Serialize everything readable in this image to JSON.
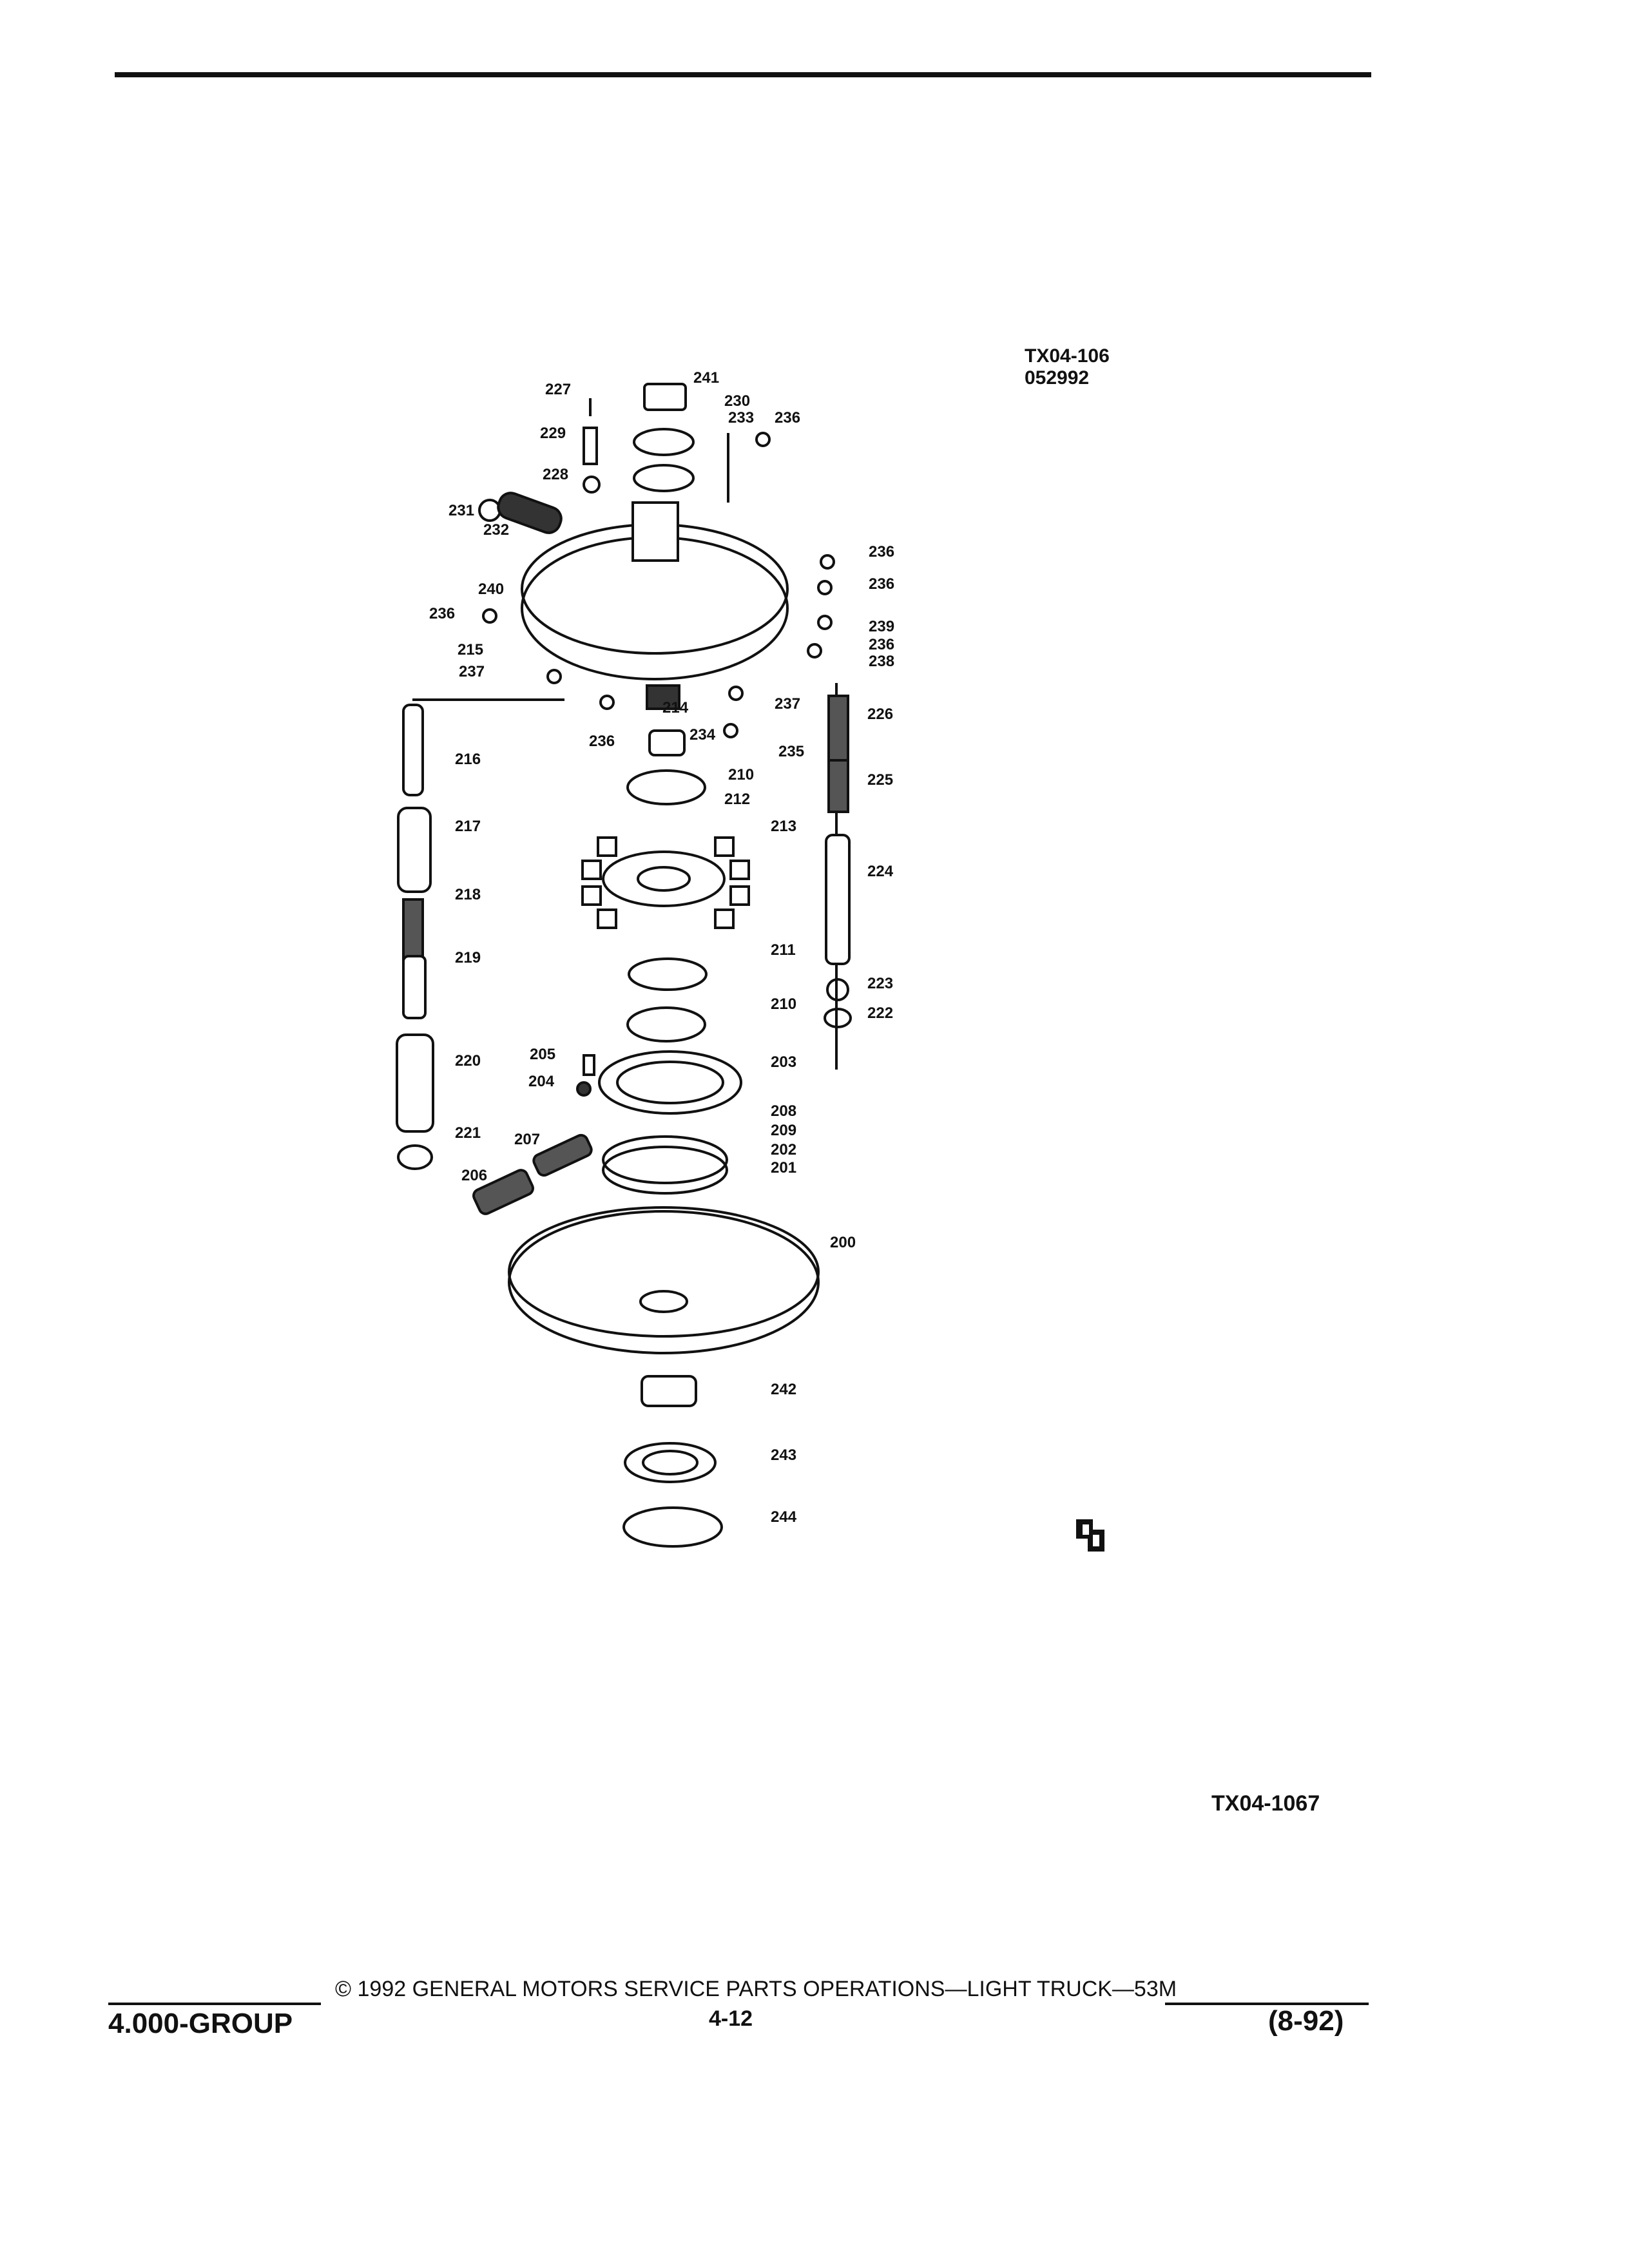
{
  "figure_id": "TX04-106",
  "figure_date": "052992",
  "figure_id_bottom": "TX04-1067",
  "footer": {
    "group": "4.000-GROUP",
    "copyright": "© 1992 GENERAL MOTORS SERVICE PARTS OPERATIONS—LIGHT TRUCK—53M",
    "page": "4-12",
    "revision": "(8-92)"
  },
  "callouts": [
    "241",
    "227",
    "230",
    "233",
    "236",
    "229",
    "228",
    "231",
    "232",
    "240",
    "236",
    "236",
    "236",
    "215",
    "237",
    "239",
    "236",
    "238",
    "214",
    "237",
    "226",
    "236",
    "234",
    "235",
    "216",
    "210",
    "212",
    "213",
    "225",
    "217",
    "224",
    "218",
    "219",
    "211",
    "223",
    "210",
    "222",
    "220",
    "205",
    "203",
    "204",
    "208",
    "209",
    "221",
    "207",
    "202",
    "201",
    "206",
    "200",
    "242",
    "243",
    "244"
  ],
  "logo": "gm-spo-logo"
}
